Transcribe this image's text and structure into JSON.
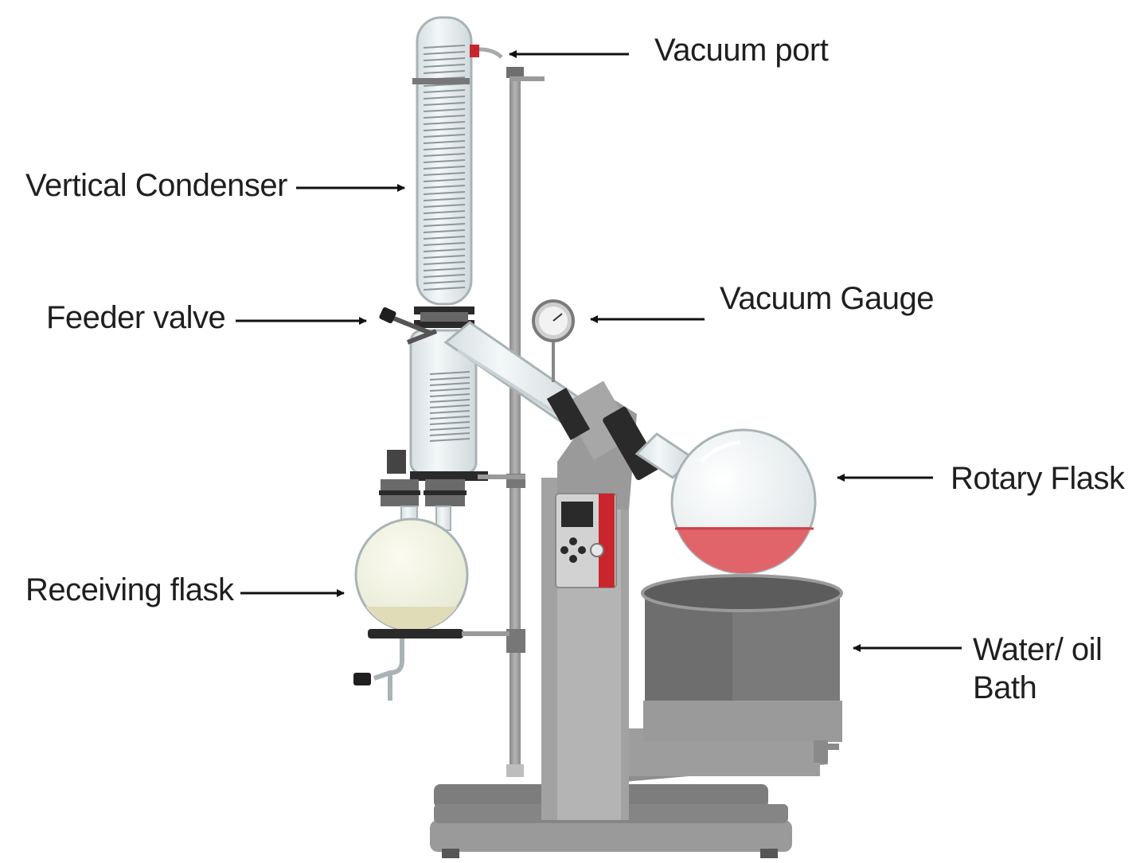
{
  "labels": {
    "vacuum_port": "Vacuum port",
    "vertical_condenser": "Vertical Condenser",
    "feeder_valve": "Feeder valve",
    "vacuum_gauge": "Vacuum Gauge",
    "rotary_flask": "Rotary Flask",
    "receiving_flask": "Receiving flask",
    "water_oil_bath_line1": "Water/ oil",
    "water_oil_bath_line2": "Bath"
  },
  "colors": {
    "metal": "#9b9b9b",
    "metal_dark": "#6f6f6f",
    "metal_light": "#c4c4c4",
    "glass": "#e8eef0",
    "glass_edge": "#a9b3b6",
    "liquid_red": "#e06469",
    "liquid_yellow": "#e6e2c2",
    "accent_red": "#c8262c",
    "dark": "#2a2a2a",
    "text": "#1f1f1f"
  }
}
